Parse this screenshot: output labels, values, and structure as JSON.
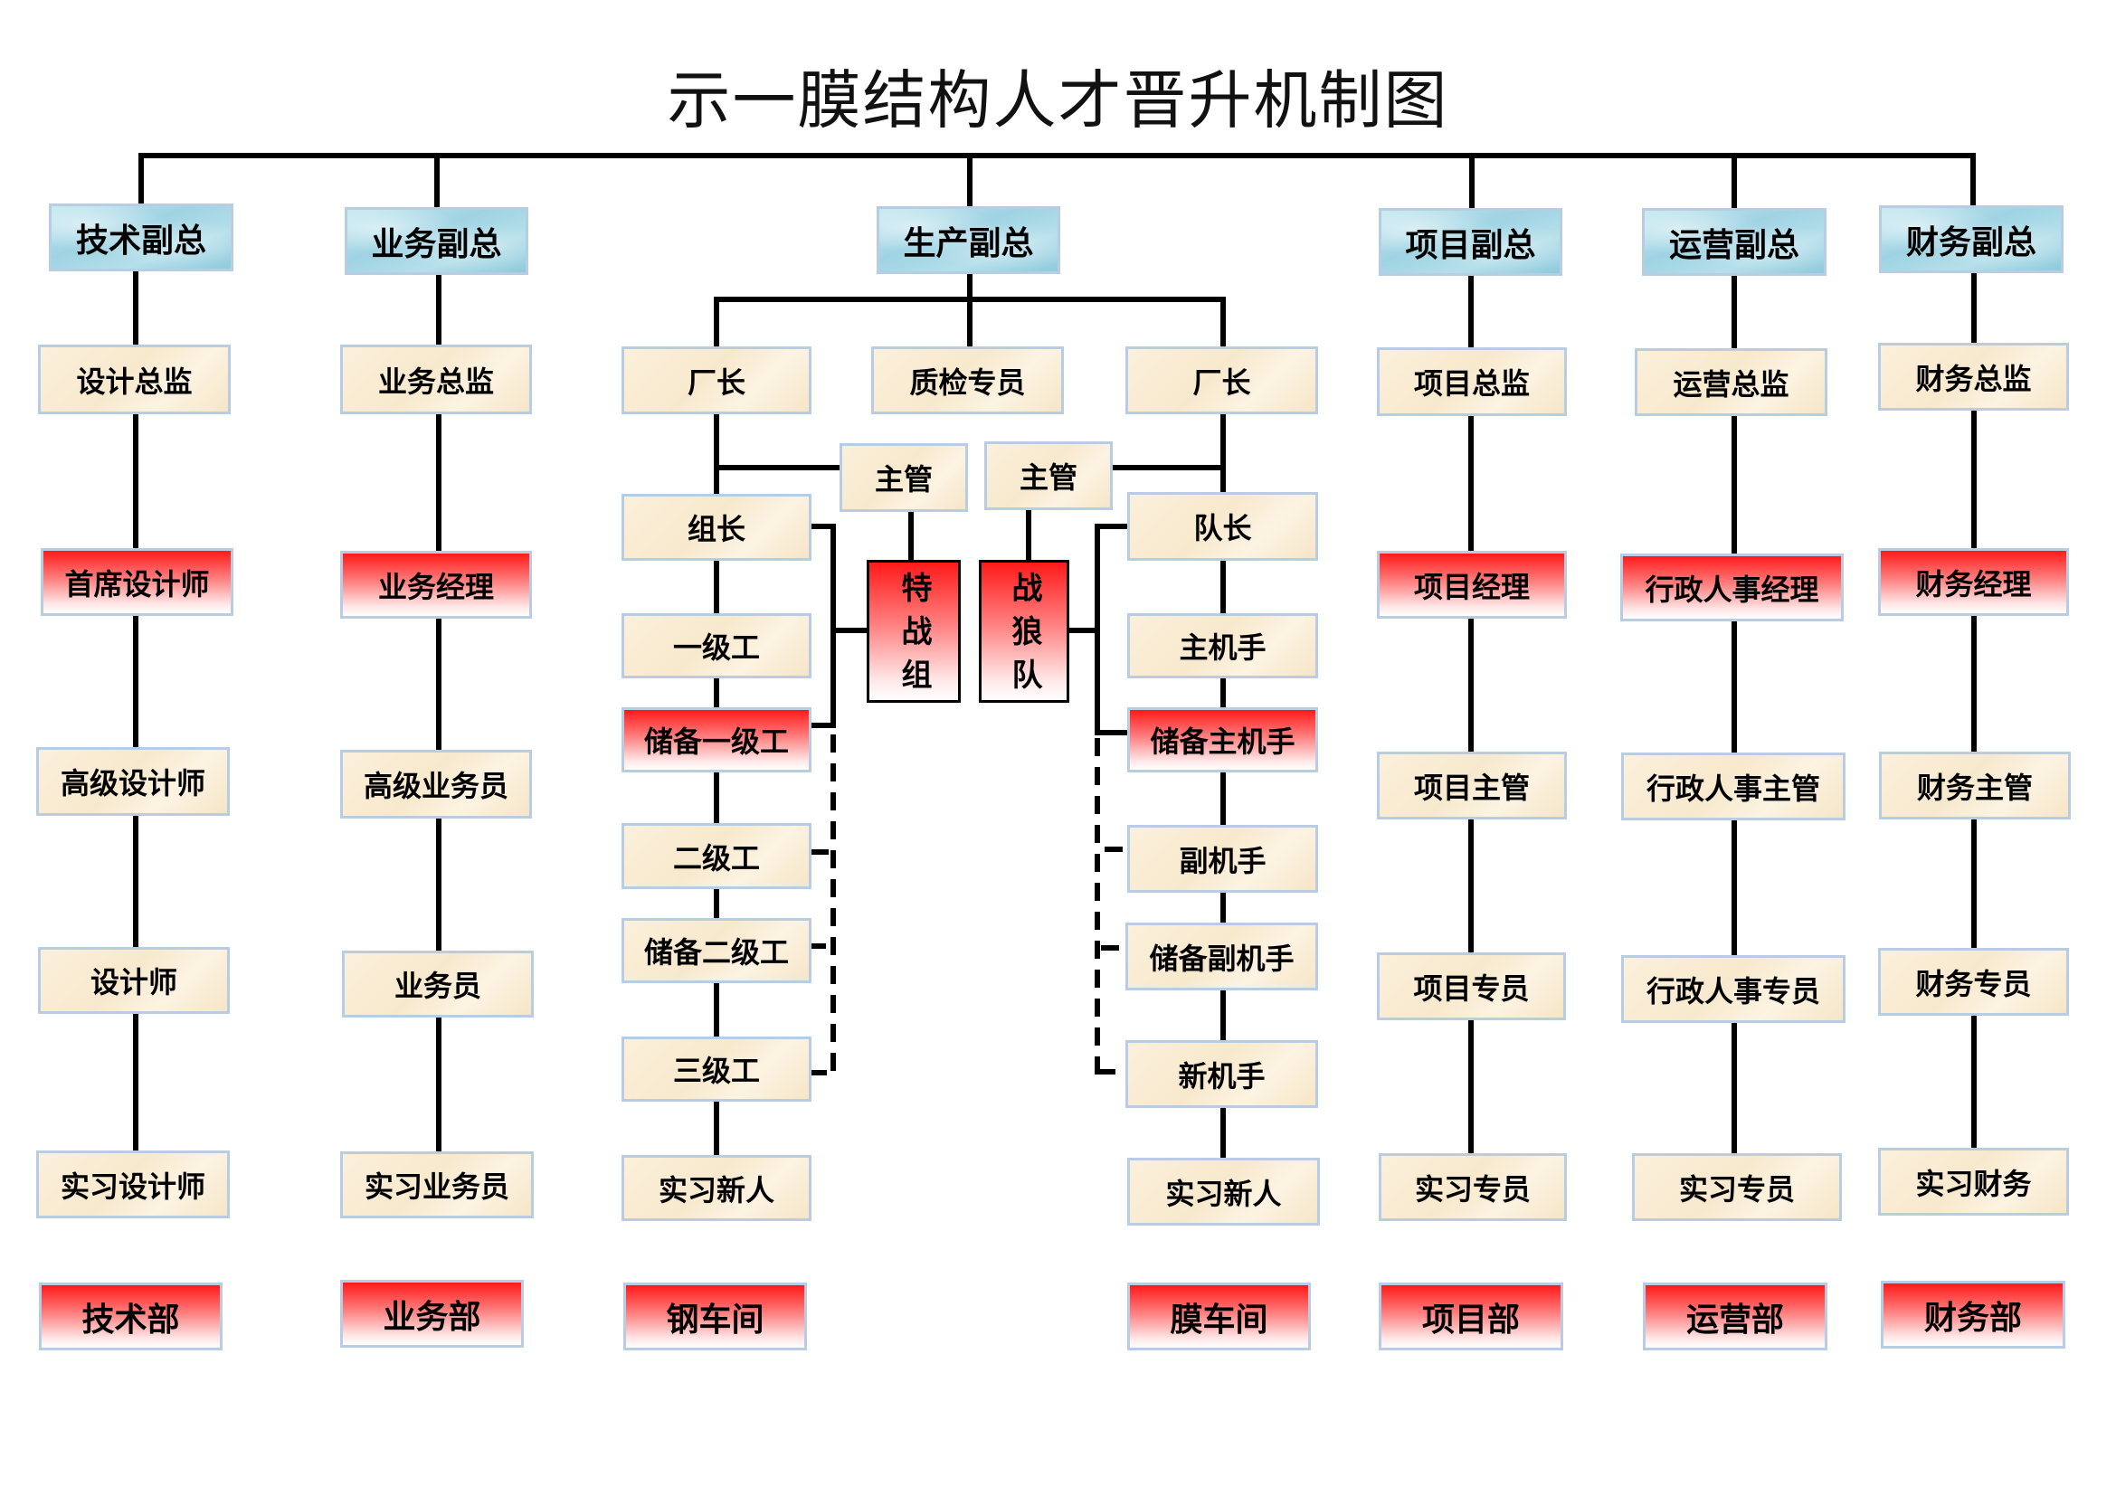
{
  "title": "示一膜结构人才晋升机制图",
  "colors": {
    "header_box": "#a8d8e6",
    "position_box": "#fbefd8",
    "highlight_box_top": "#ff1a1a",
    "box_border": "#b8cce4",
    "connector": "#000000"
  },
  "columns": {
    "tech": {
      "head": "技术副总",
      "levels": [
        "设计总监",
        "首席设计师",
        "高级设计师",
        "设计师",
        "实习设计师"
      ],
      "dept": "技术部"
    },
    "business": {
      "head": "业务副总",
      "levels": [
        "业务总监",
        "业务经理",
        "高级业务员",
        "业务员",
        "实习业务员"
      ],
      "dept": "业务部"
    },
    "production": {
      "head": "生产副总",
      "qc": "质检专员",
      "steel": {
        "director": "厂长",
        "supervisor": "主管",
        "special_team": "特战组",
        "levels": [
          "组长",
          "一级工",
          "储备一级工",
          "二级工",
          "储备二级工",
          "三级工",
          "实习新人"
        ],
        "dept": "钢车间"
      },
      "membrane": {
        "director": "厂长",
        "supervisor": "主管",
        "special_team": "战狼队",
        "levels": [
          "队长",
          "主机手",
          "储备主机手",
          "副机手",
          "储备副机手",
          "新机手",
          "实习新人"
        ],
        "dept": "膜车间"
      }
    },
    "project": {
      "head": "项目副总",
      "levels": [
        "项目总监",
        "项目经理",
        "项目主管",
        "项目专员",
        "实习专员"
      ],
      "dept": "项目部"
    },
    "operations": {
      "head": "运营副总",
      "levels": [
        "运营总监",
        "行政人事经理",
        "行政人事主管",
        "行政人事专员",
        "实习专员"
      ],
      "dept": "运营部"
    },
    "finance": {
      "head": "财务副总",
      "levels": [
        "财务总监",
        "财务经理",
        "财务主管",
        "财务专员",
        "实习财务"
      ],
      "dept": "财务部"
    }
  }
}
